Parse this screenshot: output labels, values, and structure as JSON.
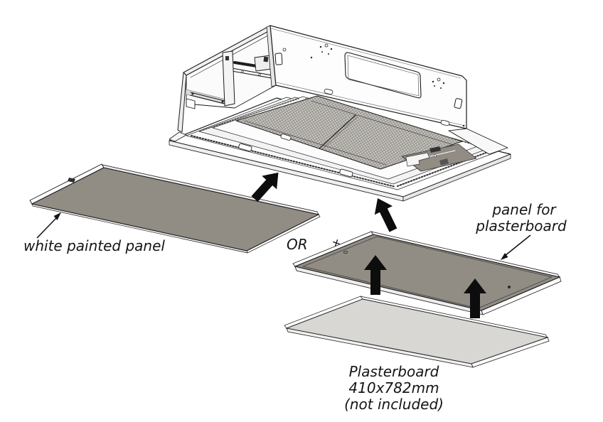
{
  "diagram": {
    "type": "exploded-assembly-diagram",
    "labels": {
      "white_panel": "white painted panel",
      "or": "OR",
      "panel_for_plasterboard": [
        "panel for",
        "plasterboard"
      ],
      "plasterboard_note": [
        "Plasterboard",
        "410x782mm",
        "(not included)"
      ]
    },
    "colors": {
      "panel_taupe": "#918c84",
      "plasterboard_gray": "#d8d7d4",
      "arrow_black": "#0d0d0d",
      "outline": "#1a1a1a",
      "text": "#151515",
      "mesh_base": "#cac7c1",
      "mesh_line": "#8d8b86"
    },
    "icons": [
      "up-right-arrow",
      "up-left-arrow",
      "up-arrow",
      "up-arrow",
      "thin-label-arrow",
      "thin-label-arrow"
    ]
  }
}
